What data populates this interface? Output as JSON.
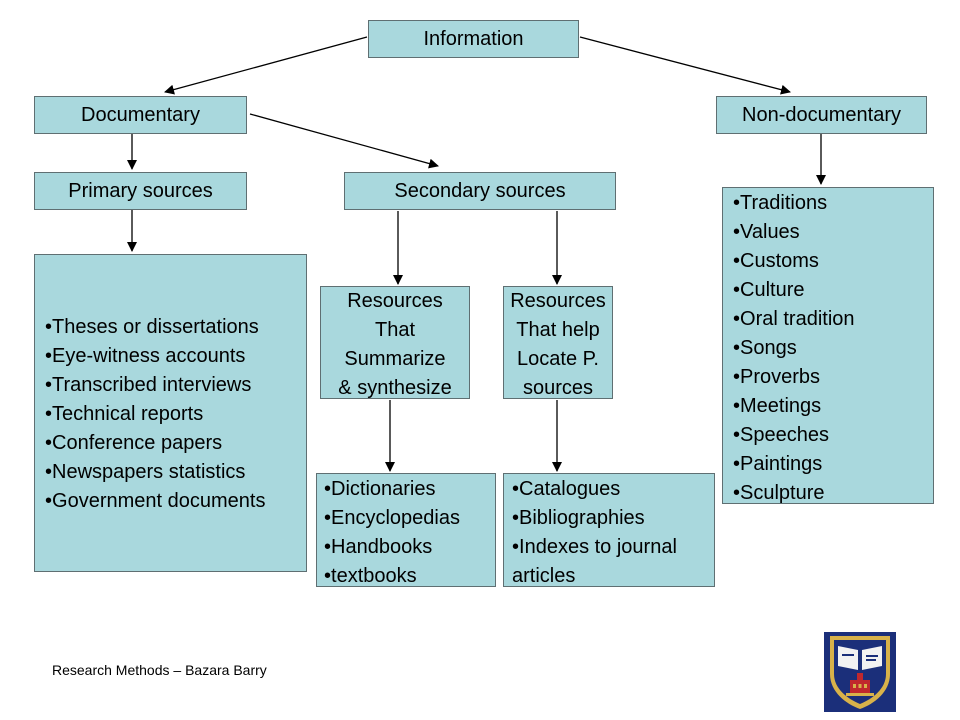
{
  "diagram": {
    "root": "Information",
    "documentary": "Documentary",
    "non_documentary": "Non-documentary",
    "primary_sources": "Primary sources",
    "secondary_sources": "Secondary sources",
    "primary_items": [
      "Theses or dissertations",
      "Eye-witness accounts",
      "Transcribed interviews",
      "Technical reports",
      "Conference papers",
      "Newspapers statistics",
      "Government documents"
    ],
    "summarize_label": [
      "Resources",
      "That",
      "Summarize",
      "& synthesize"
    ],
    "locate_label": [
      "Resources",
      "That help",
      "Locate P.",
      "sources"
    ],
    "summarize_items": [
      "Dictionaries",
      "Encyclopedias",
      "Handbooks",
      "textbooks"
    ],
    "locate_items": [
      "Catalogues",
      "Bibliographies",
      "Indexes to journal"
    ],
    "locate_items_continuation": "articles",
    "non_documentary_items": [
      "Traditions",
      "Values",
      "Customs",
      "Culture",
      "Oral tradition",
      "Songs",
      "Proverbs",
      "Meetings",
      "Speeches",
      "Paintings",
      "Sculpture"
    ]
  },
  "footer": "Research Methods – Bazara Barry",
  "logo": {
    "name": "university-crest-icon",
    "colors": {
      "shield": "#1b2f7a",
      "gold": "#d8b24a",
      "book": "#f2f2f2",
      "tower": "#c0282d"
    }
  }
}
